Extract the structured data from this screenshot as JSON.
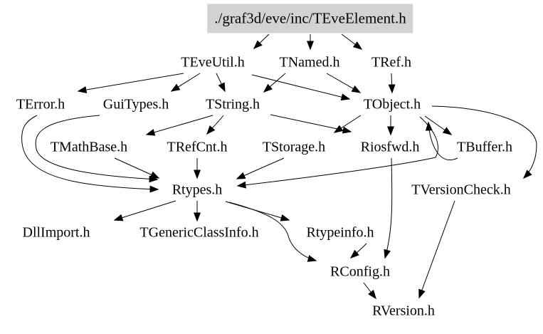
{
  "diagram": {
    "type": "include-dependency-graph",
    "root": {
      "label": "./graf3d/eve/inc/TEveElement.h",
      "highlighted": true
    },
    "nodes": [
      {
        "label": "TEveUtil.h"
      },
      {
        "label": "TNamed.h"
      },
      {
        "label": "TRef.h"
      },
      {
        "label": "TError.h"
      },
      {
        "label": "GuiTypes.h"
      },
      {
        "label": "TString.h"
      },
      {
        "label": "TObject.h"
      },
      {
        "label": "TMathBase.h"
      },
      {
        "label": "TRefCnt.h"
      },
      {
        "label": "TStorage.h"
      },
      {
        "label": "Riosfwd.h"
      },
      {
        "label": "TBuffer.h"
      },
      {
        "label": "Rtypes.h"
      },
      {
        "label": "TVersionCheck.h"
      },
      {
        "label": "DllImport.h"
      },
      {
        "label": "TGenericClassInfo.h"
      },
      {
        "label": "Rtypeinfo.h"
      },
      {
        "label": "RConfig.h"
      },
      {
        "label": "RVersion.h"
      }
    ],
    "edges": [
      {
        "from": "./graf3d/eve/inc/TEveElement.h",
        "to": "TEveUtil.h"
      },
      {
        "from": "./graf3d/eve/inc/TEveElement.h",
        "to": "TNamed.h"
      },
      {
        "from": "./graf3d/eve/inc/TEveElement.h",
        "to": "TRef.h"
      },
      {
        "from": "TEveUtil.h",
        "to": "TError.h"
      },
      {
        "from": "TEveUtil.h",
        "to": "GuiTypes.h"
      },
      {
        "from": "TEveUtil.h",
        "to": "TString.h"
      },
      {
        "from": "TEveUtil.h",
        "to": "TObject.h"
      },
      {
        "from": "TNamed.h",
        "to": "TString.h"
      },
      {
        "from": "TNamed.h",
        "to": "TObject.h"
      },
      {
        "from": "TRef.h",
        "to": "TObject.h"
      },
      {
        "from": "TString.h",
        "to": "TMathBase.h"
      },
      {
        "from": "TString.h",
        "to": "TRefCnt.h"
      },
      {
        "from": "TString.h",
        "to": "Riosfwd.h"
      },
      {
        "from": "TObject.h",
        "to": "TStorage.h"
      },
      {
        "from": "TObject.h",
        "to": "Riosfwd.h"
      },
      {
        "from": "TObject.h",
        "to": "TBuffer.h"
      },
      {
        "from": "TBuffer.h",
        "to": "TObject.h"
      },
      {
        "from": "TObject.h",
        "to": "TVersionCheck.h"
      },
      {
        "from": "TObject.h",
        "to": "Rtypes.h"
      },
      {
        "from": "TError.h",
        "to": "Rtypes.h"
      },
      {
        "from": "GuiTypes.h",
        "to": "Rtypes.h"
      },
      {
        "from": "TMathBase.h",
        "to": "Rtypes.h"
      },
      {
        "from": "TRefCnt.h",
        "to": "Rtypes.h"
      },
      {
        "from": "TStorage.h",
        "to": "Rtypes.h"
      },
      {
        "from": "Rtypes.h",
        "to": "DllImport.h"
      },
      {
        "from": "Rtypes.h",
        "to": "TGenericClassInfo.h"
      },
      {
        "from": "Rtypes.h",
        "to": "Rtypeinfo.h"
      },
      {
        "from": "Rtypes.h",
        "to": "RConfig.h"
      },
      {
        "from": "Rtypeinfo.h",
        "to": "RConfig.h"
      },
      {
        "from": "Riosfwd.h",
        "to": "RConfig.h"
      },
      {
        "from": "RConfig.h",
        "to": "RVersion.h"
      },
      {
        "from": "TVersionCheck.h",
        "to": "RVersion.h"
      }
    ],
    "colors": {
      "background": "#ffffff",
      "text": "#000000",
      "edge": "#000000",
      "root_fill": "#d3d3d3"
    }
  }
}
